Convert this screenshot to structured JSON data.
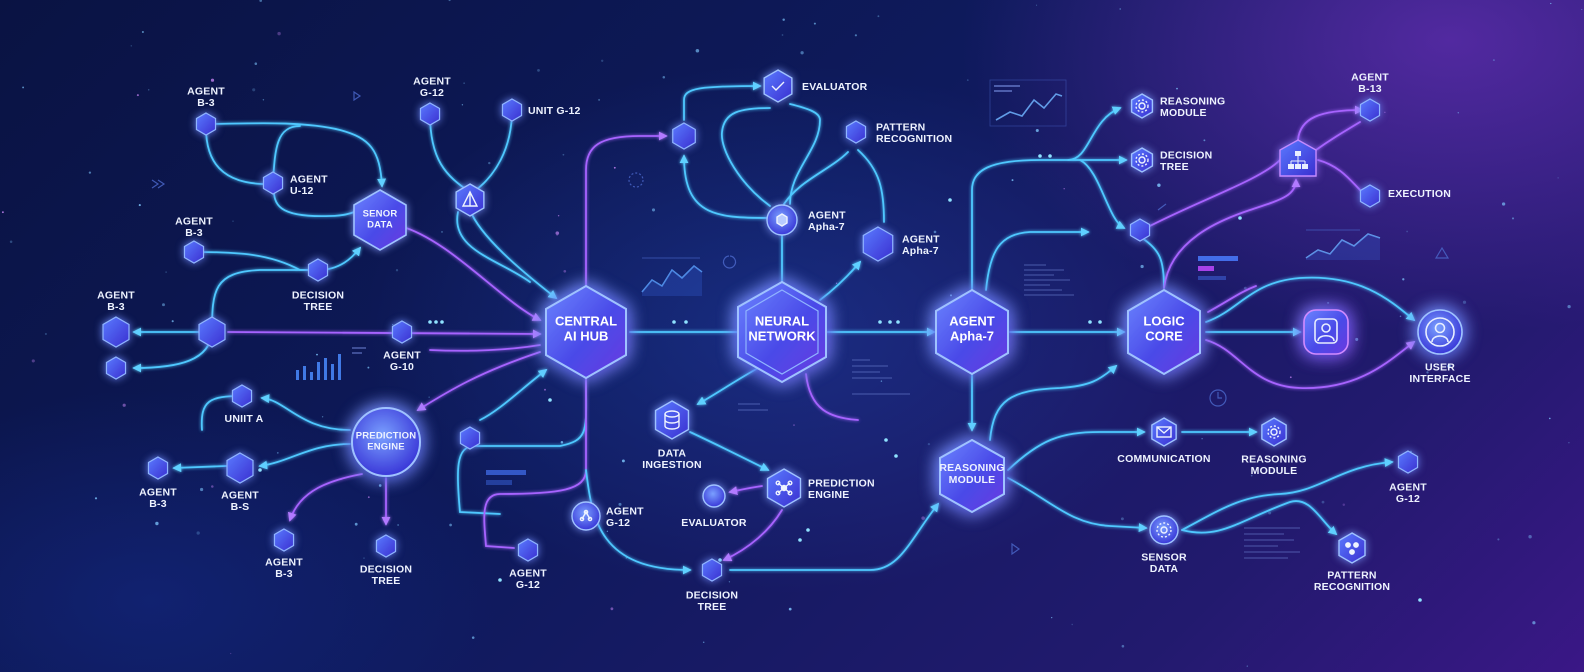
{
  "colors": {
    "cyan": "#4fc8ff",
    "violet": "#a764ff",
    "node_fill": "#3b4fe0",
    "glow": "#6fa8ff",
    "label": "#eef3ff"
  },
  "labels": {
    "agent_b3_top": "AGENT\nB-3",
    "agent_g12_top": "AGENT\nG-12",
    "unit_g12": "UNIT G-12",
    "agent_u12": "AGENT\nU-12",
    "senor_data": "SENOR\nDATA",
    "agent_b3_mid": "AGENT\nB-3",
    "decision_tree_left": "DECISION\nTREE",
    "agent_b3_left": "AGENT\nB-3",
    "agent_g10": "AGENT\nG-10",
    "uniit_a": "UNIIT A",
    "prediction_engine_left": "PREDICTION\nENGINE",
    "agent_b3_bl": "AGENT\nB-3",
    "agent_bs": "AGENT\nB-S",
    "agent_b3_bottom": "AGENT\nB-3",
    "decision_tree_bl": "DECISION\nTREE",
    "central_ai_hub": "CENTRAL\nAI HUB",
    "agent_g12_bottom": "AGENT\nG-12",
    "agent_g12_lower": "AGENT\nG-12",
    "evaluator_top": "EVALUATOR",
    "pattern_recognition_top": "PATTERN\nRECOGNITION",
    "agent_apha7_small": "AGENT\nApha-7",
    "agent_apha7_right": "AGENT\nApha-7",
    "neural_network": "NEURAL\nNETWORK",
    "data_ingestion": "DATA\nINGESTION",
    "prediction_engine_mid": "PREDICTION\nENGINE",
    "evaluator_mid": "EVALUATOR",
    "decision_tree_bottom": "DECISION\nTREE",
    "agent_apha7_main": "AGENT\nApha-7",
    "reasoning_module_main": "REASONING\nMODULE",
    "reasoning_module_top": "REASONING\nMODULE",
    "decision_tree_right": "DECISION\nTREE",
    "logic_core": "LOGIC\nCORE",
    "agent_b13": "AGENT\nB-13",
    "execution": "EXECUTION",
    "user_interface": "USER\nINTERFACE",
    "communication": "COMMUNICATION",
    "reasoning_module_br": "REASONING\nMODULE",
    "agent_g12_right": "AGENT\nG-12",
    "sensor_data": "SENSOR\nDATA",
    "pattern_recognition_br": "PATTERN\nRECOGNITION"
  },
  "icons": {
    "central_hub": "hexagon-hub-icon",
    "evaluator": "checkmark-icon",
    "database": "database-icon",
    "network": "network-nodes-icon",
    "hierarchy": "hierarchy-icon",
    "user": "user-icon",
    "mail": "mail-icon",
    "gear": "gear-icon"
  }
}
